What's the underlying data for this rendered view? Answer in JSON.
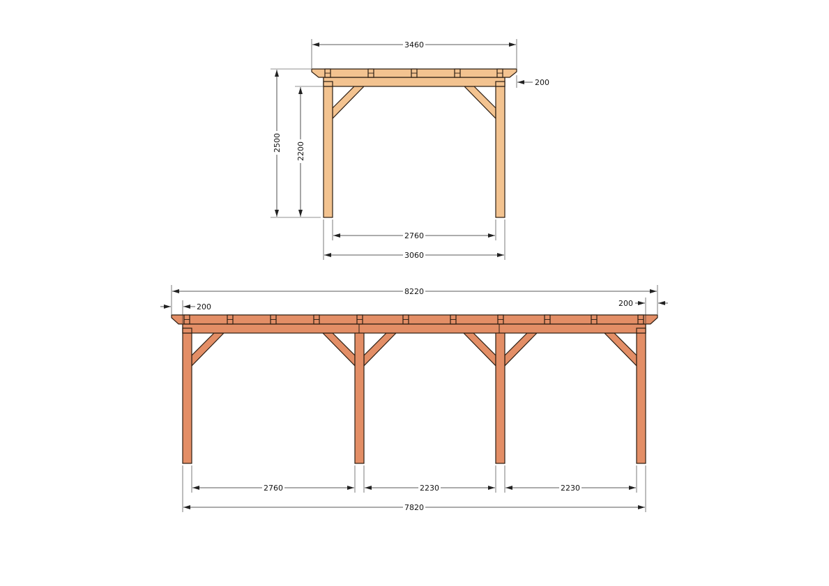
{
  "colors": {
    "side_view_wood": "#f3c390",
    "front_view_wood": "#e38e66",
    "outline": "#2b1d12"
  },
  "side_view": {
    "overall_roof_width": "3460",
    "overhang": "200",
    "total_height": "2500",
    "post_height": "2200",
    "inner_post_span": "2760",
    "outer_post_span": "3060"
  },
  "front_view": {
    "overall_roof_length": "8220",
    "overhang_left": "200",
    "overhang_right": "200",
    "bay_spans": [
      "2760",
      "2230",
      "2230"
    ],
    "outer_post_span": "7820"
  }
}
